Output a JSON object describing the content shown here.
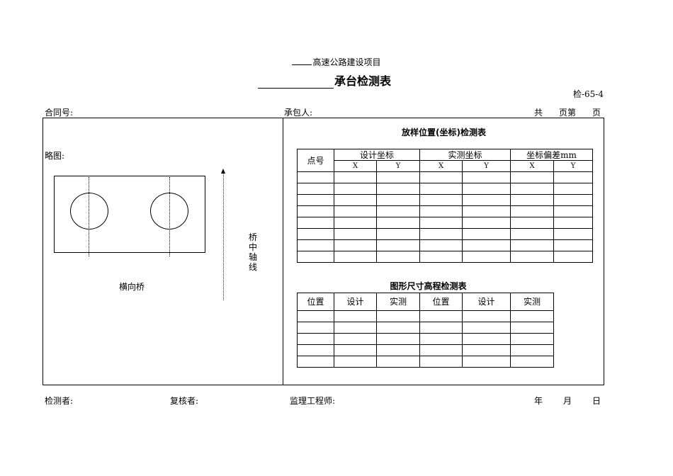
{
  "header": {
    "subtitle": "高速公路建设项目",
    "title": "承台检测表",
    "form_code": "检-65-4"
  },
  "meta": {
    "contract_no_label": "合同号:",
    "contractor_label": "承包人:",
    "total_label": "共",
    "page_label": "页第",
    "page_suffix": "页"
  },
  "sketch": {
    "label": "略图:",
    "axis_label_chars": [
      "桥",
      "中",
      "轴",
      "线"
    ],
    "transverse_label": "横向桥"
  },
  "coord_table": {
    "title": "放样位置(坐标)检测表",
    "point_header": "点号",
    "groups": [
      "设计坐标",
      "实测坐标",
      "坐标偏差mm"
    ],
    "sub_headers": [
      "X",
      "Y",
      "X",
      "Y",
      "X",
      "Y"
    ],
    "rows": [
      [
        "",
        "",
        "",
        "",
        "",
        "",
        ""
      ],
      [
        "",
        "",
        "",
        "",
        "",
        "",
        ""
      ],
      [
        "",
        "",
        "",
        "",
        "",
        "",
        ""
      ],
      [
        "",
        "",
        "",
        "",
        "",
        "",
        ""
      ],
      [
        "",
        "",
        "",
        "",
        "",
        "",
        ""
      ],
      [
        "",
        "",
        "",
        "",
        "",
        "",
        ""
      ],
      [
        "",
        "",
        "",
        "",
        "",
        "",
        ""
      ],
      [
        "",
        "",
        "",
        "",
        "",
        "",
        ""
      ]
    ]
  },
  "dim_table": {
    "title": "图形尺寸高程检测表",
    "headers": [
      "位置",
      "设计",
      "实测",
      "位置",
      "设计",
      "实测"
    ],
    "rows": [
      [
        "",
        "",
        "",
        "",
        "",
        ""
      ],
      [
        "",
        "",
        "",
        "",
        "",
        ""
      ],
      [
        "",
        "",
        "",
        "",
        "",
        ""
      ],
      [
        "",
        "",
        "",
        "",
        "",
        ""
      ],
      [
        "",
        "",
        "",
        "",
        "",
        ""
      ]
    ]
  },
  "footer": {
    "inspector_label": "检测者:",
    "reviewer_label": "复核者:",
    "supervisor_label": "监理工程师:",
    "year": "年",
    "month": "月",
    "day": "日"
  }
}
